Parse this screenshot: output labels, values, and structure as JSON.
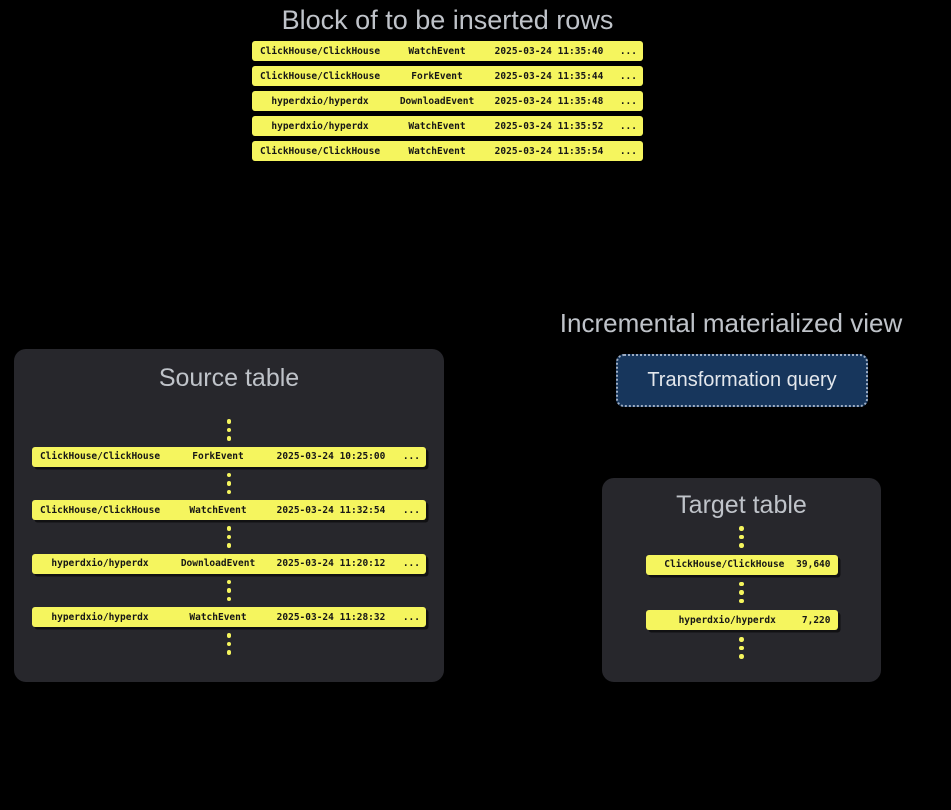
{
  "colors": {
    "background": "#000000",
    "card_bg": "#27272c",
    "row_bg": "#f5f55e",
    "row_text": "#161616",
    "heading_text": "#bfc3c9",
    "button_bg": "#17365c",
    "button_border": "#becbde",
    "button_text": "#e3e7ec"
  },
  "insert_block": {
    "title": "Block of to be inserted rows",
    "rows": [
      {
        "repo": "ClickHouse/ClickHouse",
        "event": "WatchEvent",
        "timestamp": "2025-03-24 11:35:40",
        "more": "..."
      },
      {
        "repo": "ClickHouse/ClickHouse",
        "event": "ForkEvent",
        "timestamp": "2025-03-24 11:35:44",
        "more": "..."
      },
      {
        "repo": "hyperdxio/hyperdx",
        "event": "DownloadEvent",
        "timestamp": "2025-03-24 11:35:48",
        "more": "..."
      },
      {
        "repo": "hyperdxio/hyperdx",
        "event": "WatchEvent",
        "timestamp": "2025-03-24 11:35:52",
        "more": "..."
      },
      {
        "repo": "ClickHouse/ClickHouse",
        "event": "WatchEvent",
        "timestamp": "2025-03-24 11:35:54",
        "more": "..."
      }
    ]
  },
  "source_table": {
    "title": "Source table",
    "rows": [
      {
        "repo": "ClickHouse/ClickHouse",
        "event": "ForkEvent",
        "timestamp": "2025-03-24 10:25:00",
        "more": "..."
      },
      {
        "repo": "ClickHouse/ClickHouse",
        "event": "WatchEvent",
        "timestamp": "2025-03-24 11:32:54",
        "more": "..."
      },
      {
        "repo": "hyperdxio/hyperdx",
        "event": "DownloadEvent",
        "timestamp": "2025-03-24 11:20:12",
        "more": "..."
      },
      {
        "repo": "hyperdxio/hyperdx",
        "event": "WatchEvent",
        "timestamp": "2025-03-24 11:28:32",
        "more": "..."
      }
    ]
  },
  "materialized_view": {
    "title": "Incremental materialized view",
    "button_label": "Transformation query"
  },
  "target_table": {
    "title": "Target table",
    "rows": [
      {
        "repo": "ClickHouse/ClickHouse",
        "count": "39,640"
      },
      {
        "repo": "hyperdxio/hyperdx",
        "count": "7,220"
      }
    ]
  }
}
